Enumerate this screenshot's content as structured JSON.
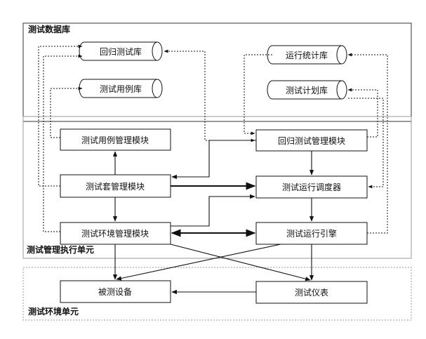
{
  "regions": {
    "database": "测试数据库",
    "management": "测试管理执行单元",
    "environment": "测试环境单元"
  },
  "databases": {
    "regression": "回归测试库",
    "usecase": "测试用例库",
    "runstats": "运行统计库",
    "plan": "测试计划库"
  },
  "modules": {
    "usecase_mgmt": "测试用例管理模块",
    "regression_mgmt": "回归测试管理模块",
    "suite_mgmt": "测试套管理模块",
    "scheduler": "测试运行调度器",
    "env_mgmt": "测试环境管理模块",
    "engine": "测试运行引擎"
  },
  "env": {
    "device": "被测设备",
    "instrument": "测试仪表"
  }
}
